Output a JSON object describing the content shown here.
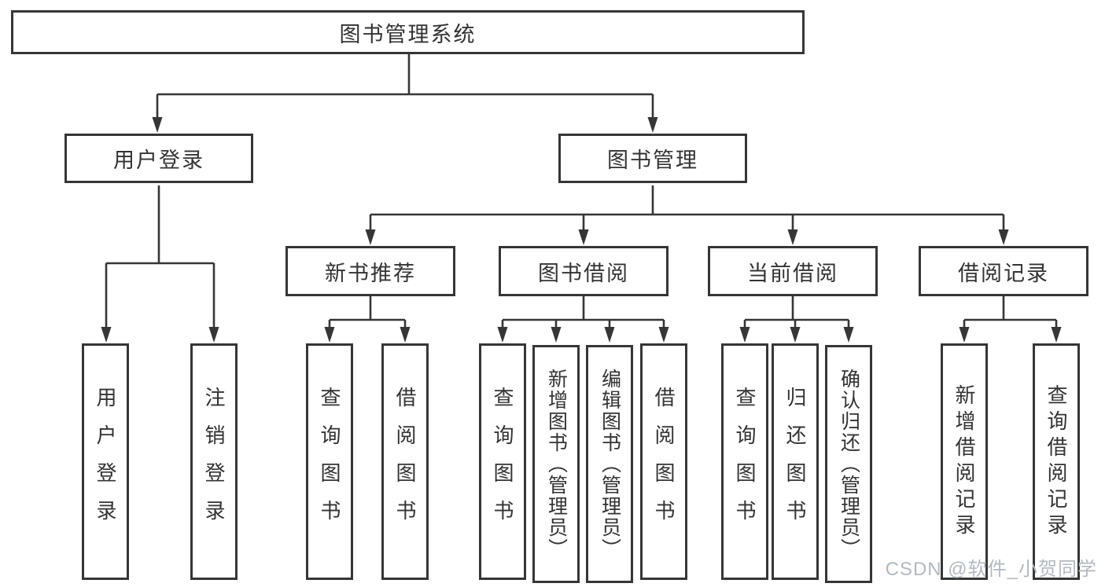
{
  "tree": {
    "root": {
      "label": "图书管理系统",
      "children": [
        {
          "label": "用户登录",
          "children": [
            {
              "label": "用户登录"
            },
            {
              "label": "注销登录"
            }
          ]
        },
        {
          "label": "图书管理",
          "children": [
            {
              "label": "新书推荐",
              "children": [
                {
                  "label": "查询图书"
                },
                {
                  "label": "借阅图书"
                }
              ]
            },
            {
              "label": "图书借阅",
              "children": [
                {
                  "label": "查询图书"
                },
                {
                  "label": "新增图书（管理员）"
                },
                {
                  "label": "编辑图书（管理员）"
                },
                {
                  "label": "借阅图书"
                }
              ]
            },
            {
              "label": "当前借阅",
              "children": [
                {
                  "label": "查询图书"
                },
                {
                  "label": "归还图书"
                },
                {
                  "label": "确认归还（管理员）"
                }
              ]
            },
            {
              "label": "借阅记录",
              "children": [
                {
                  "label": "新增借阅记录"
                },
                {
                  "label": "查询借阅记录"
                }
              ]
            }
          ]
        }
      ]
    }
  },
  "watermark": {
    "text": "CSDN @软件_小贺同学"
  },
  "colors": {
    "line": "#363636",
    "box_border": "#363636",
    "text": "#333333",
    "watermark": "#b3b9c0",
    "background": "#ffffff"
  }
}
